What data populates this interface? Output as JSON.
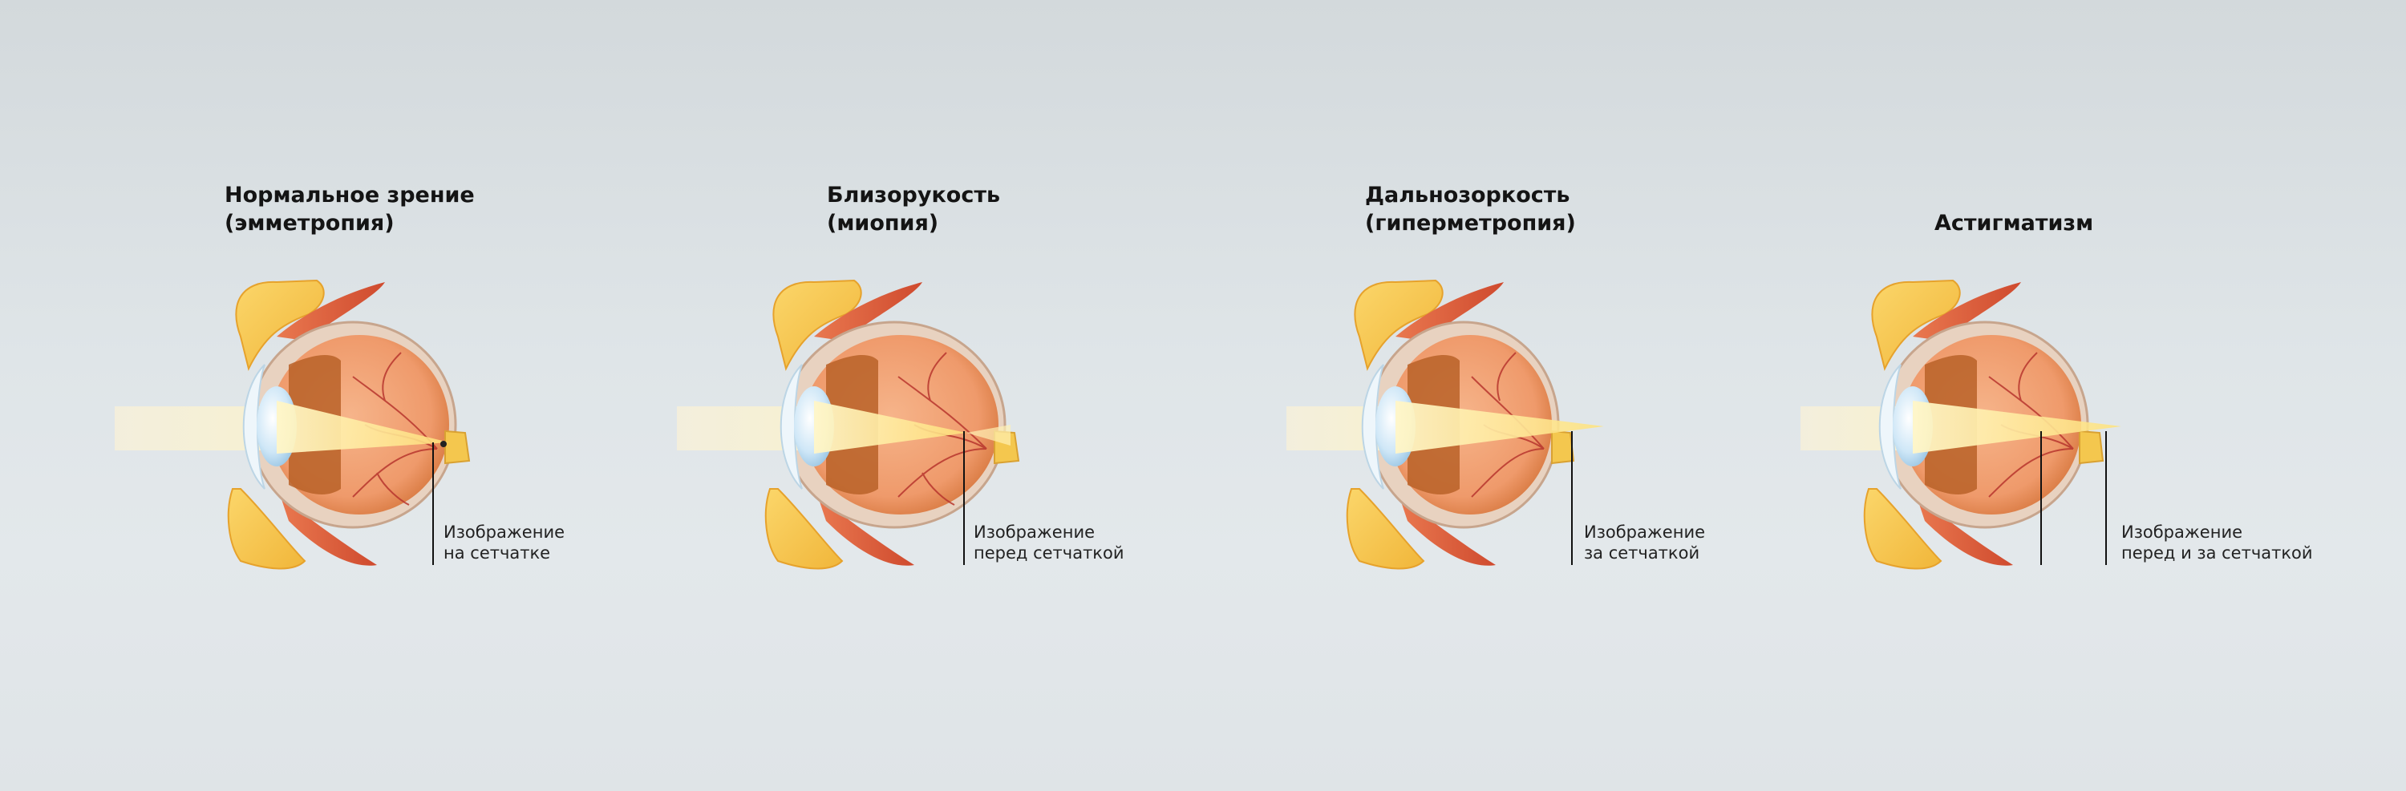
{
  "colors": {
    "background": "#dde3e6",
    "sclera": "#f2c9a6",
    "retina": "#ef9a6b",
    "choroid": "#c96b2f",
    "vessel": "#b8362e",
    "bone": "#f5c34a",
    "muscle": "#e0593a",
    "lens": "#c9e4f6",
    "light_beam": "#f6f0d6",
    "focus": "#fde49a"
  },
  "panels": [
    {
      "title_line1": "Нормальное зрение",
      "title_line2": "(эмметропия)",
      "caption_line1": "Изображение",
      "caption_line2": "на сетчатке"
    },
    {
      "title_line1": "Близорукость",
      "title_line2": "(миопия)",
      "caption_line1": "Изображение",
      "caption_line2": "перед сетчаткой"
    },
    {
      "title_line1": "Дальнозоркость",
      "title_line2": "(гиперметропия)",
      "caption_line1": "Изображение",
      "caption_line2": "за сетчаткой"
    },
    {
      "title_line1": "Астигматизм",
      "title_line2": "",
      "caption_line1": "Изображение",
      "caption_line2": "перед и  за сетчаткой"
    }
  ]
}
